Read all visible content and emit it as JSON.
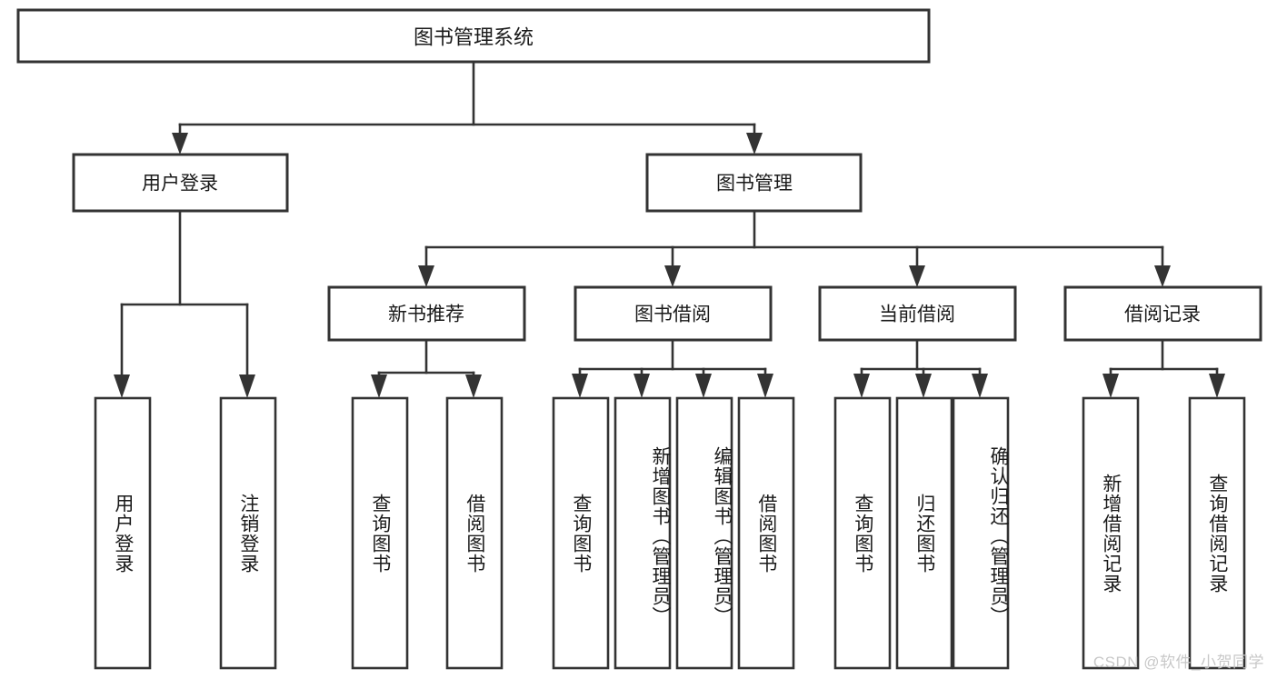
{
  "diagram": {
    "title": "图书管理系统",
    "type": "hierarchy-tree",
    "watermark": "CSDN @软件_小贺同学",
    "colors": {
      "stroke": "#333333",
      "fill": "#ffffff",
      "text": "#1a1a1a",
      "watermark": "#c8c8c8"
    },
    "root": {
      "label": "图书管理系统"
    },
    "level2": [
      {
        "label": "用户登录"
      },
      {
        "label": "图书管理"
      }
    ],
    "level3": [
      {
        "label": "新书推荐"
      },
      {
        "label": "图书借阅"
      },
      {
        "label": "当前借阅"
      },
      {
        "label": "借阅记录"
      }
    ],
    "leaves": {
      "user_login": [
        {
          "label": "用户登录"
        },
        {
          "label": "注销登录"
        }
      ],
      "new_book_recommend": [
        {
          "label": "查询图书"
        },
        {
          "label": "借阅图书"
        }
      ],
      "book_borrow": [
        {
          "label": "查询图书"
        },
        {
          "label": "新增图书（管理员）"
        },
        {
          "label": "编辑图书（管理员）"
        },
        {
          "label": "借阅图书"
        }
      ],
      "current_borrow": [
        {
          "label": "查询图书"
        },
        {
          "label": "归还图书"
        },
        {
          "label": "确认归还（管理员）"
        }
      ],
      "borrow_record": [
        {
          "label": "新增借阅记录"
        },
        {
          "label": "查询借阅记录"
        }
      ]
    }
  }
}
